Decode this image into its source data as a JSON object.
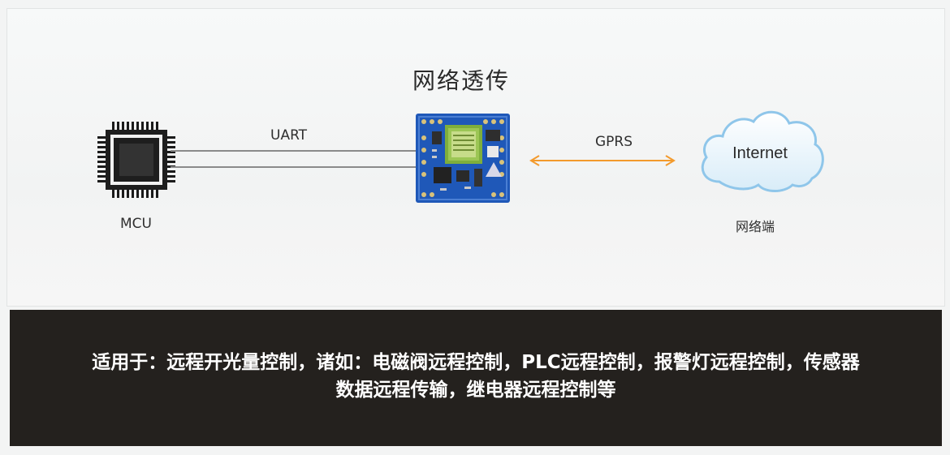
{
  "diagram": {
    "title": "网络透传",
    "mcu_label": "MCU",
    "uart_label": "UART",
    "gprs_label": "GPRS",
    "cloud_text": "Internet",
    "network_label": "网络端",
    "colors": {
      "arrow": "#f39a2c",
      "module": "#1f58b8",
      "cloud": "#8fc6ea",
      "caption_bg": "#24211e"
    }
  },
  "caption": {
    "line1": "适用于：远程开光量控制，诸如：电磁阀远程控制，PLC远程控制，报警灯远程控制，传感器",
    "line2": "数据远程传输，继电器远程控制等"
  }
}
